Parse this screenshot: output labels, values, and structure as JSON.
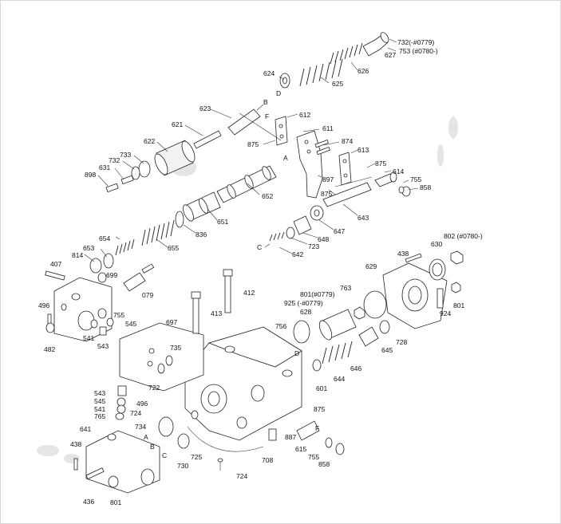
{
  "diagram": {
    "labels": {
      "p732": "732(-#0779)",
      "p753": "753 (#0780-)",
      "p627": "627",
      "p626": "626",
      "p624": "624",
      "p625": "625",
      "pD1": "D",
      "pB1": "B",
      "p623": "623",
      "p612": "612",
      "pF1": "F",
      "p621": "621",
      "p611": "611",
      "p875a": "875",
      "p874": "874",
      "p622": "622",
      "p613": "613",
      "p733": "733",
      "p732b": "732",
      "pA1": "A",
      "p897": "897",
      "p875b": "875",
      "p614": "614",
      "p631": "631",
      "p898": "898",
      "p755a": "755",
      "p858a": "858",
      "p652": "652",
      "p875c": "875",
      "p643": "643",
      "p651": "651",
      "p836": "836",
      "p647": "647",
      "p654": "654",
      "p648": "648",
      "p723": "723",
      "p653": "653",
      "p655": "655",
      "pC1": "C",
      "p642": "642",
      "p814": "814",
      "p438a": "438",
      "p630": "630",
      "p802": "802 (#0780-)",
      "p407": "407",
      "p629": "629",
      "p699": "699",
      "p412": "412",
      "p079": "079",
      "p763": "763",
      "p801a": "801(#0779)",
      "p925": "925 (-#0779)",
      "p801b": "801",
      "p496a": "496",
      "p413": "413",
      "p628": "628",
      "p924": "924",
      "p755b": "755",
      "p545a": "545",
      "p697": "697",
      "p756": "756",
      "p728": "728",
      "p541a": "541",
      "p543a": "543",
      "p735": "735",
      "p645": "645",
      "p482": "482",
      "pD2": "D",
      "p646": "646",
      "p644": "644",
      "p722": "722",
      "p601": "601",
      "p543b": "543",
      "p545b": "545",
      "p541b": "541",
      "p496b": "496",
      "p765": "765",
      "p724a": "724",
      "p875d": "875",
      "p734": "734",
      "p641": "641",
      "pA2": "A",
      "p887": "887",
      "pF2": "F",
      "pB2": "B",
      "p438b": "438",
      "pC2": "C",
      "p725": "725",
      "p615": "615",
      "p730": "730",
      "p708": "708",
      "p755c": "755",
      "p858b": "858",
      "p724b": "724",
      "p436": "436",
      "p801c": "801"
    }
  }
}
